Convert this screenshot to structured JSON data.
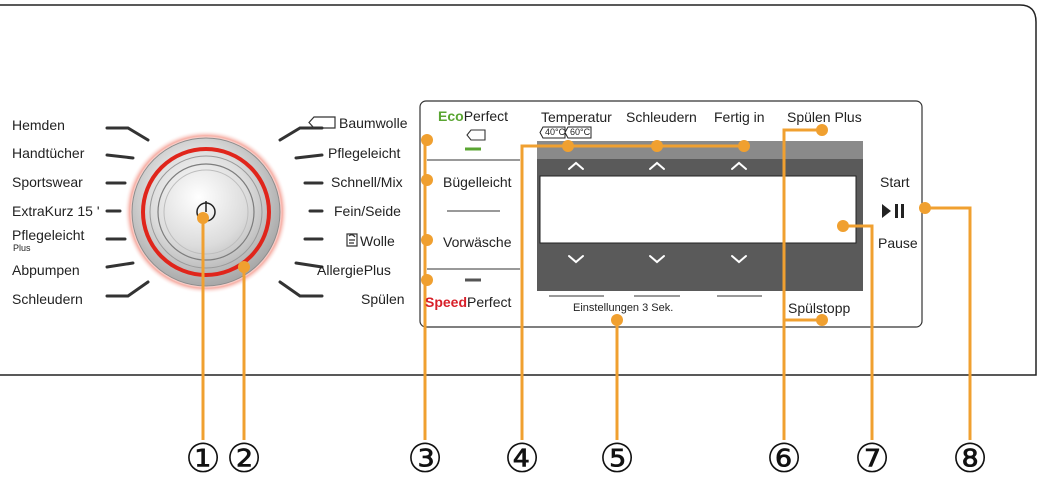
{
  "left_programs": [
    "Hemden",
    "Handtücher",
    "Sportswear",
    "ExtraKurz 15 '",
    "Pflegeleicht",
    "Abpumpen",
    "Schleudern"
  ],
  "left_programs_sub": "Plus",
  "right_programs": [
    "Baumwolle",
    "Pflegeleicht",
    "Schnell/Mix",
    "Fein/Seide",
    "Wolle",
    "AllergiePlus",
    "Spülen"
  ],
  "options": {
    "eco_a": "Eco",
    "eco_b": "Perfect",
    "buegel": "Bügelleicht",
    "vorwaesche": "Vorwäsche",
    "speed_a": "Speed",
    "speed_b": "Perfect"
  },
  "display_labels": {
    "temperatur": "Temperatur",
    "schleudern": "Schleudern",
    "fertig": "Fertig in",
    "spuelen_plus": "Spülen Plus",
    "temp40": "40°C",
    "temp60": "60°C",
    "einstellungen": "Einstellungen 3 Sek.",
    "spuelstopp": "Spülstopp",
    "start": "Start",
    "pause": "Pause"
  },
  "callouts": [
    "①",
    "②",
    "③",
    "④",
    "⑤",
    "⑥",
    "⑦",
    "⑧"
  ],
  "colors": {
    "callout": "#f0a030",
    "ring": "#e0251b",
    "eco": "#5aa532",
    "speed": "#d8202a",
    "display": "#565656"
  }
}
